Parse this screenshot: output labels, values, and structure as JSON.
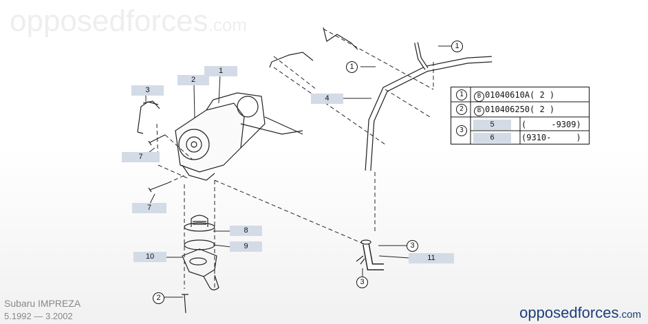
{
  "watermark": {
    "name": "opposedforces",
    "tld": ".com"
  },
  "callouts": {
    "c1": "1",
    "c2": "2",
    "c3": "3",
    "c4": "4",
    "c7a": "7",
    "c7b": "7",
    "c8": "8",
    "c9": "9",
    "c10": "10",
    "c11": "11"
  },
  "bolt_refs": {
    "b1a": "1",
    "b1b": "1",
    "b3a": "3",
    "b3b": "3",
    "b2": "2"
  },
  "legend": {
    "rows": [
      {
        "num": "1",
        "code": "B",
        "part": "01040610A",
        "qty": "( 2 )"
      },
      {
        "num": "2",
        "code": "B",
        "part": "010406250",
        "qty": "( 2 )"
      }
    ],
    "row3": {
      "num": "3",
      "sub": [
        {
          "ref": "5",
          "range": "(     -9309)"
        },
        {
          "ref": "6",
          "range": "(9310-     )"
        }
      ]
    }
  },
  "footer": {
    "model": "Subaru IMPREZA",
    "years": "5.1992 — 3.2002",
    "brand_name": "opposedforces",
    "brand_tld": ".com"
  }
}
